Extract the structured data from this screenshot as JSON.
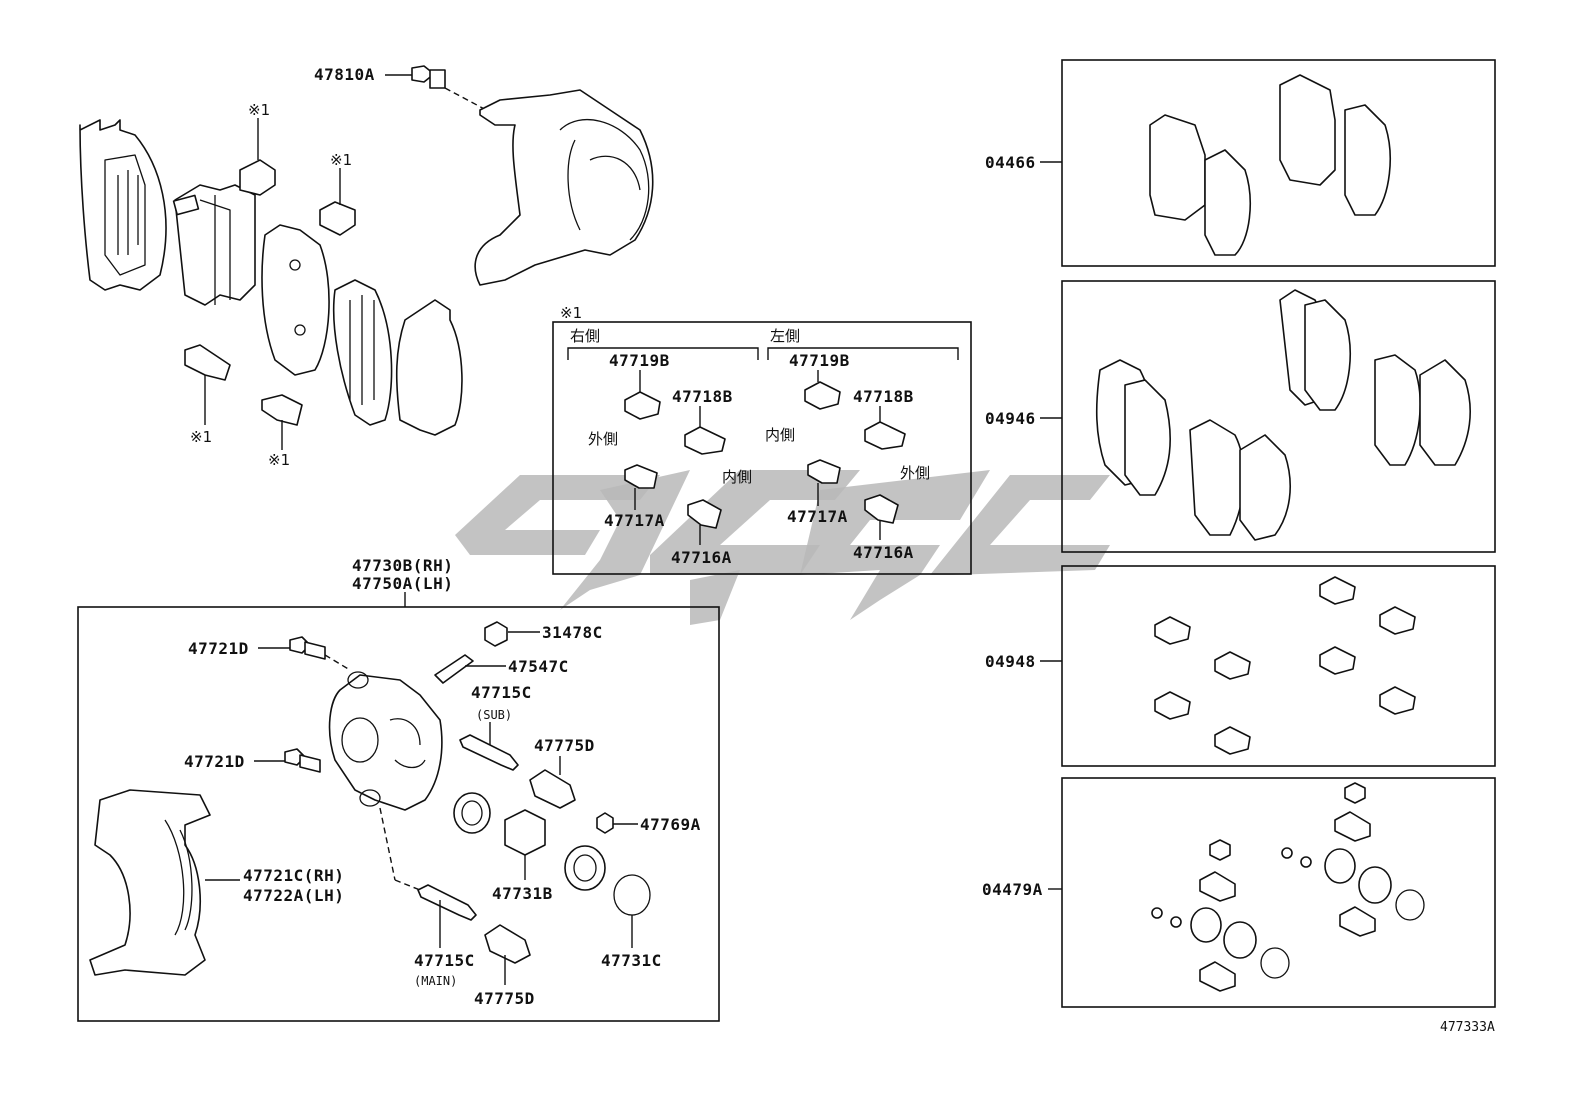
{
  "diagram": {
    "reference_code": "477333A",
    "note_marker": "※1",
    "caliper_parts": {
      "bolt_top": "47810A",
      "caliper_assy_rh": "47730B(RH)",
      "caliper_assy_lh": "47750A(LH)",
      "bolt_upper": "47721D",
      "bolt_lower": "47721D",
      "cap": "31478C",
      "bleeder": "47547C",
      "pin_sub": "47715C",
      "pin_sub_note": "(SUB)",
      "boot_upper": "47775D",
      "plug": "47769A",
      "piston": "47731B",
      "ring": "47731C",
      "pin_main": "47715C",
      "pin_main_note": "(MAIN)",
      "boot_lower": "47775D",
      "mounting_rh": "47721C(RH)",
      "mounting_lh": "47722A(LH)"
    },
    "shim_box": {
      "marker": "※1",
      "right_side": "右側",
      "left_side": "左側",
      "outer": "外側",
      "inner": "内側",
      "inner2": "内側",
      "outer2": "外側",
      "r_47719": "47719B",
      "r_47718": "47718B",
      "r_47717": "47717A",
      "r_47716": "47716A",
      "l_47719": "47719B",
      "l_47718": "47718B",
      "l_47717": "47717A",
      "l_47716": "47716A"
    },
    "kits": [
      {
        "code": "04466"
      },
      {
        "code": "04946"
      },
      {
        "code": "04948"
      },
      {
        "code": "04479A"
      }
    ],
    "markers": {
      "m1": "※1",
      "m2": "※1",
      "m3": "※1",
      "m4": "※1"
    }
  }
}
